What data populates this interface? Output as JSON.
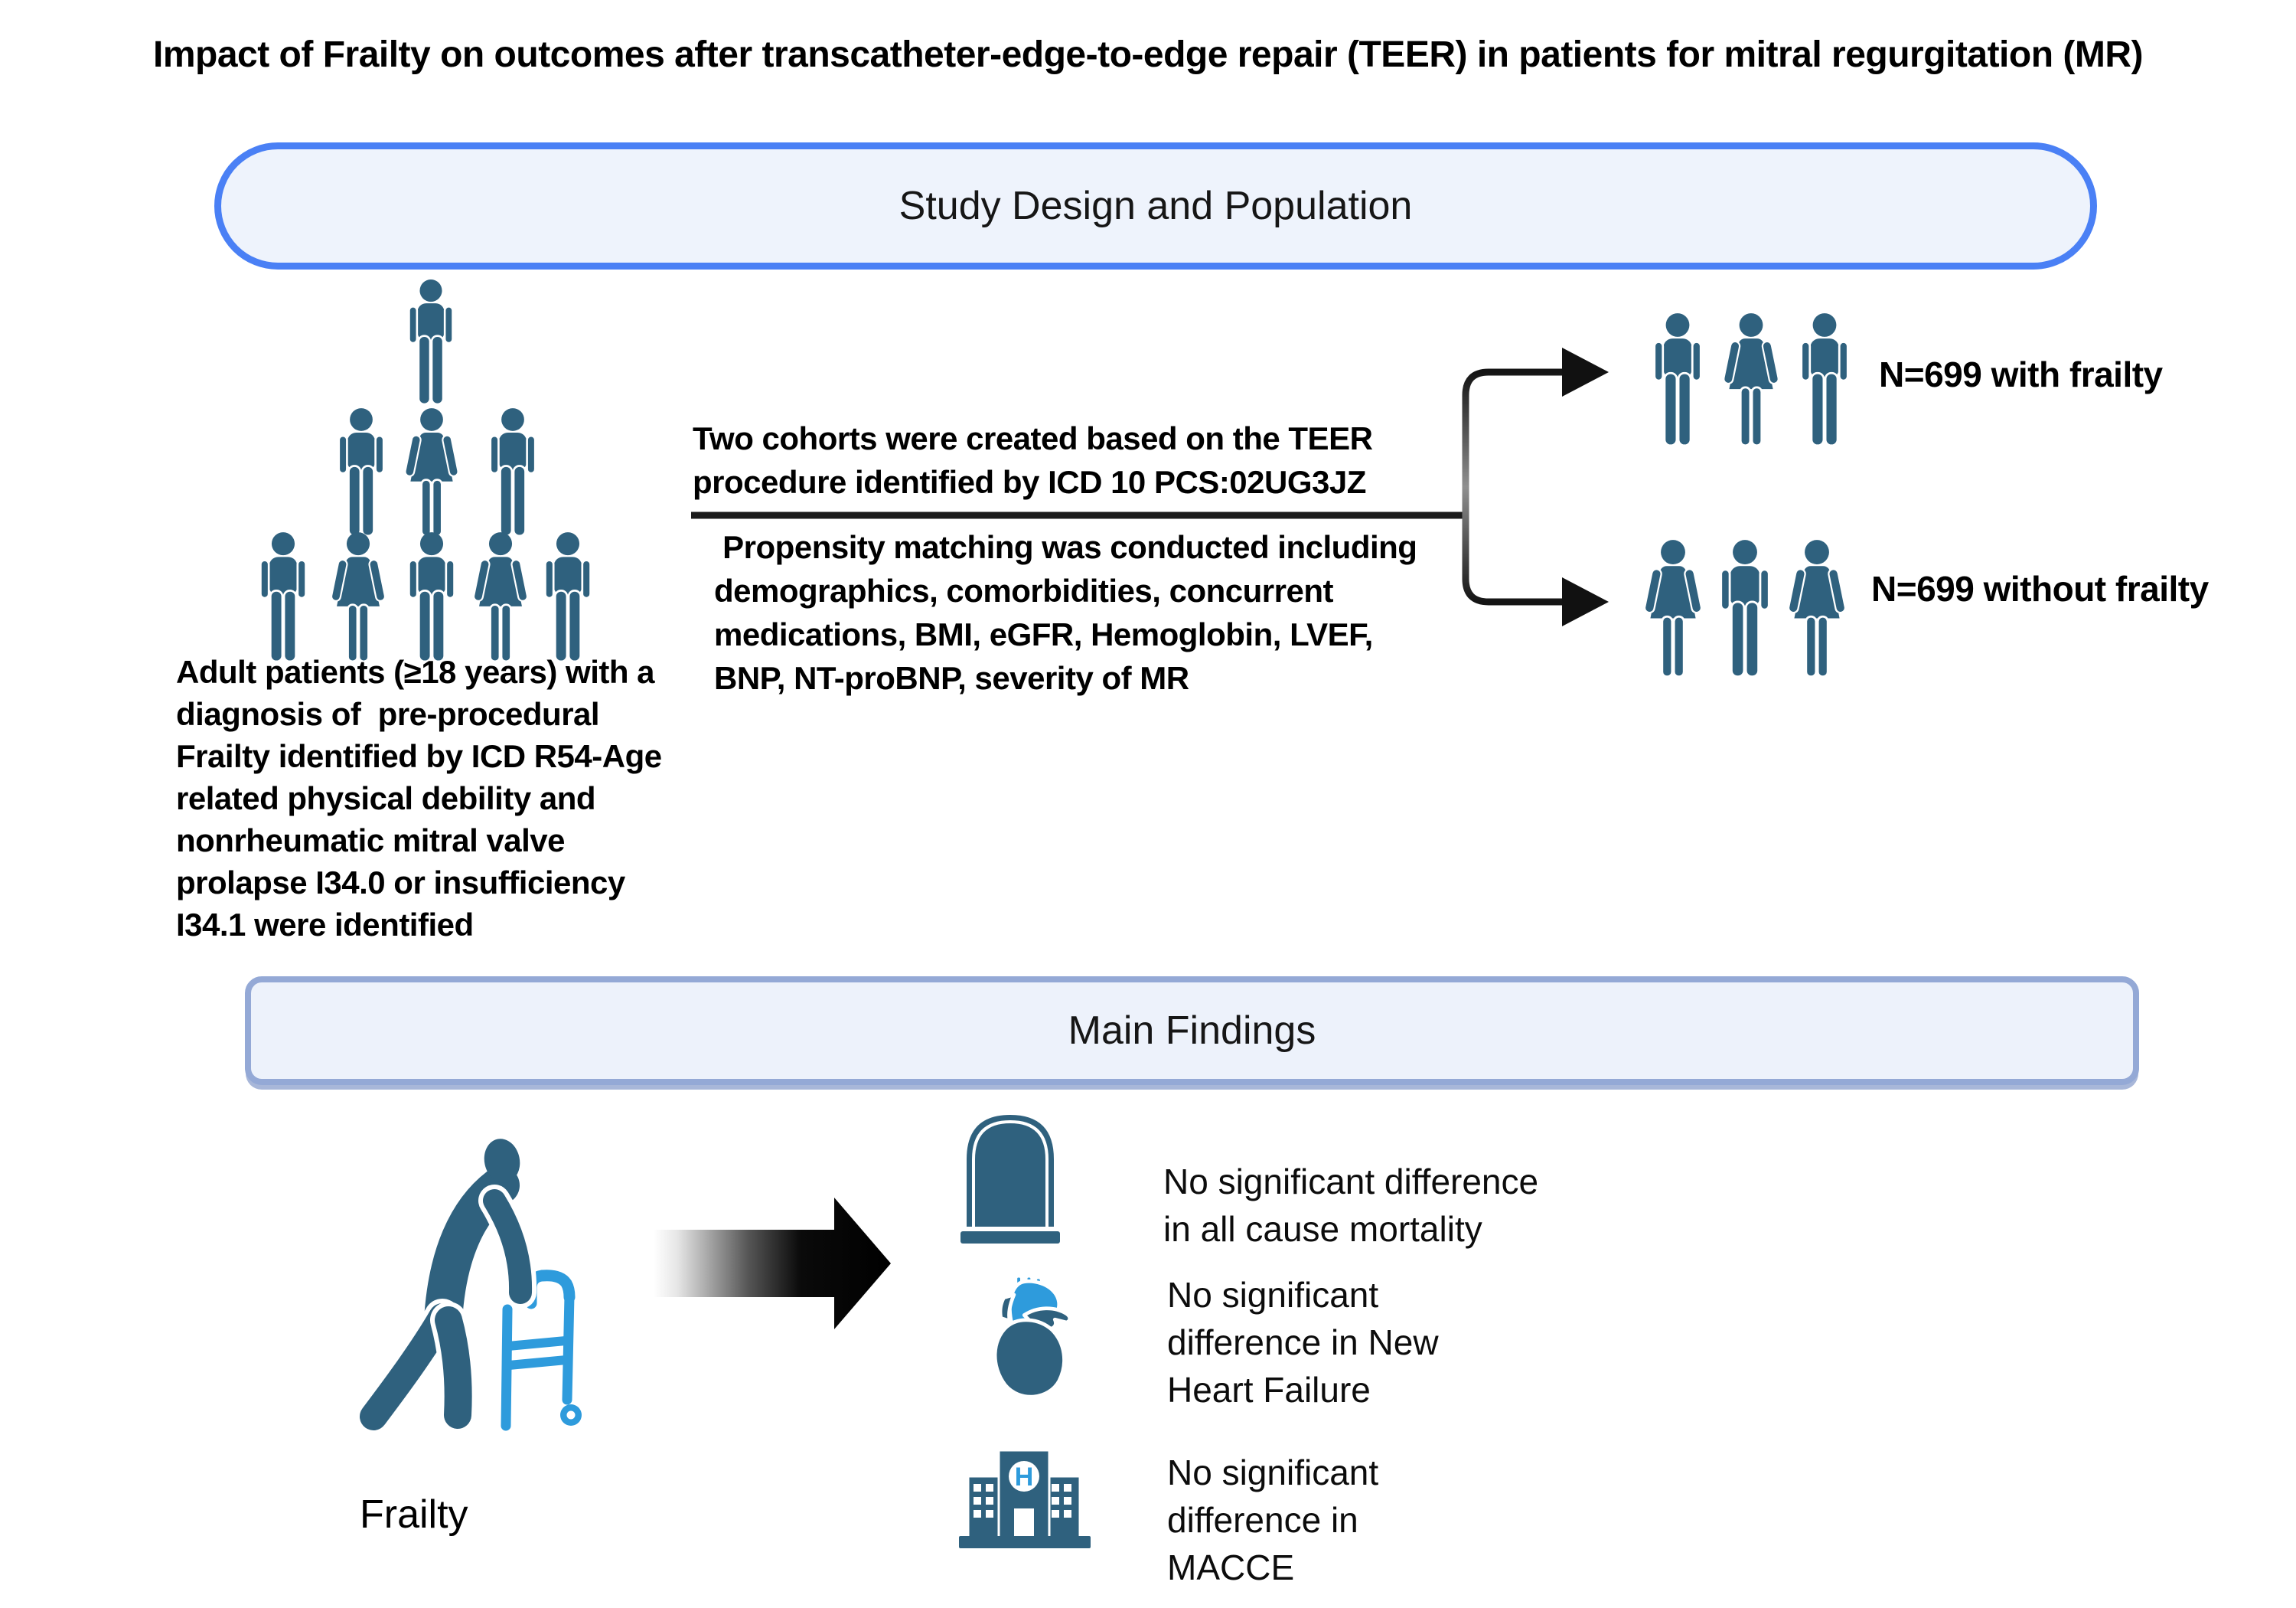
{
  "title": "Impact of Frailty on outcomes after transcatheter-edge-to-edge repair (TEER) in patients for mitral regurgitation (MR)",
  "sections": {
    "study": {
      "header": "Study Design and Population"
    },
    "findings": {
      "header": "Main Findings"
    }
  },
  "population": {
    "icon": "population-pyramid-icon",
    "description": "Adult patients (≥18 years) with a\ndiagnosis of  pre-procedural\nFrailty identified by ICD R54-Age\nrelated physical debility and\nnonrheumatic mitral valve\nprolapse I34.0 or insufficiency\nI34.1 were identified"
  },
  "cohorts": {
    "creation": "Two cohorts were created based on the TEER\nprocedure identified by ICD 10 PCS:02UG3JZ",
    "matching": " Propensity matching was conducted including\ndemographics, comorbidities, concurrent\nmedications, BMI, eGFR, Hemoglobin, LVEF,\nBNP, NT-proBNP, severity of MR",
    "group_with": {
      "icon": "cohort-with-frailty-icons",
      "label": "N=699 with frailty"
    },
    "group_without": {
      "icon": "cohort-without-frailty-icons",
      "label": "N=699 without frailty"
    }
  },
  "findings": {
    "exposure": {
      "icon": "frailty-person-walker-icon",
      "label": "Frailty"
    },
    "items": [
      {
        "icon": "tombstone-icon",
        "text": "No significant difference\nin all cause mortality"
      },
      {
        "icon": "anatomical-heart-icon",
        "text": "No significant\ndifference in New\nHeart Failure"
      },
      {
        "icon": "hospital-icon",
        "text": "No significant\ndifference in\nMACCE"
      }
    ]
  },
  "colors": {
    "figure_teal": "#2f617e",
    "accent_blue": "#2e9bdc",
    "study_border": "#4a80f5",
    "study_fill": "#eef3fc",
    "findings_border": "#94a9d6",
    "findings_fill": "#edf2fb",
    "connector": "#1b1b1b"
  }
}
